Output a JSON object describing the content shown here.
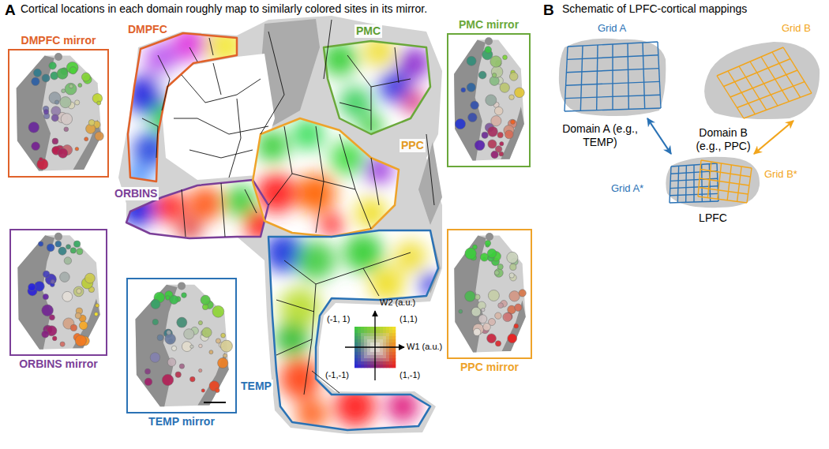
{
  "diagram": {
    "nodes": [
      {
        "text": [
          "DMPFC mirror"
        ]
      },
      {
        "text": [
          "PMC mirror"
        ]
      },
      {
        "text": [
          "ORBINS mirror"
        ]
      },
      {
        "text": [
          "PPC mirror"
        ]
      },
      {
        "text": [
          "TEMP mirror"
        ]
      },
      {
        "text": [
          "Grid A",
          "Domain A (e.g., TEMP)"
        ]
      },
      {
        "text": [
          "Grid B",
          "Domain B (e.g., PPC)"
        ]
      },
      {
        "text": [
          "Grid A*",
          "Grid B*",
          "LPFC"
        ]
      }
    ],
    "edges": [
      {
        "from": 5,
        "to": 7,
        "arrow": "both"
      },
      {
        "from": 6,
        "to": 7,
        "arrow": "both"
      }
    ],
    "labels": [
      "A",
      "Cortical locations in each domain roughly map to similarly colored sites in its mirror.",
      "B",
      "Schematic of LPFC-cortical mappings",
      "DMPFC",
      "PMC",
      "ORBINS",
      "PPC",
      "TEMP",
      "W2 (a.u.)",
      "W1 (a.u.)",
      "(-1, 1)",
      "(1,1)",
      "(-1,-1)",
      "(1,-1)"
    ]
  }
}
